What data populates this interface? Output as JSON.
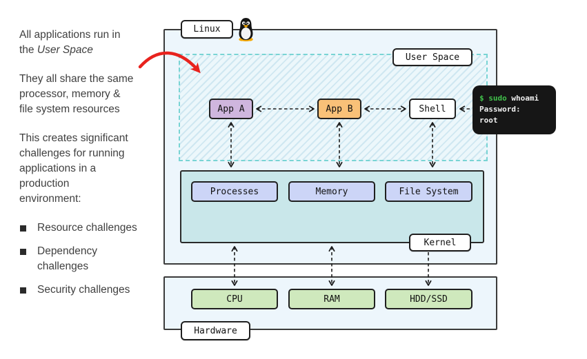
{
  "notes": {
    "p1_line1": "All applications run in",
    "p1_line2_plain": "the",
    "p1_line2_italic": "User Space",
    "p2_lines": [
      "They all share the same",
      "processor, memory &",
      "file system resources"
    ],
    "p3_lines": [
      "This creates significant",
      "challenges for running",
      "applications in a",
      "production",
      "environment:"
    ],
    "bullets": [
      [
        "Resource challenges"
      ],
      [
        "Dependency",
        "challenges"
      ],
      [
        "Security challenges"
      ]
    ]
  },
  "diagram": {
    "linux_label": "Linux",
    "user_space_label": "User Space",
    "kernel_label": "Kernel",
    "hardware_label": "Hardware",
    "app_a_label": "App A",
    "app_b_label": "App B",
    "shell_label": "Shell",
    "kernel_boxes": {
      "processes": "Processes",
      "memory": "Memory",
      "file_system": "File System"
    },
    "hardware_boxes": {
      "cpu": "CPU",
      "ram": "RAM",
      "hdd": "HDD/SSD"
    },
    "terminal": {
      "prompt": "$ sudo",
      "command": " whoami",
      "line2": "Password:",
      "line3": "root"
    }
  },
  "colors": {
    "panel_fill": "#edf6fc",
    "panel_border": "#3a3a3a",
    "user_space_fill": "#ecf7fb",
    "user_space_hatch": "#cfe7f1",
    "user_space_border": "#79d4d4",
    "app_a_fill": "#cfb6de",
    "app_b_fill": "#f9c178",
    "kernel_fill": "#c9e7ea",
    "kernel_box_fill": "#ccd5f7",
    "hardware_box_fill": "#cfe9bd",
    "terminal_bg": "#161616",
    "terminal_green": "#41c14b",
    "annotation_red": "#e8231e",
    "arrow_black": "#1c1c1c",
    "note_text": "#3f3f3f"
  }
}
